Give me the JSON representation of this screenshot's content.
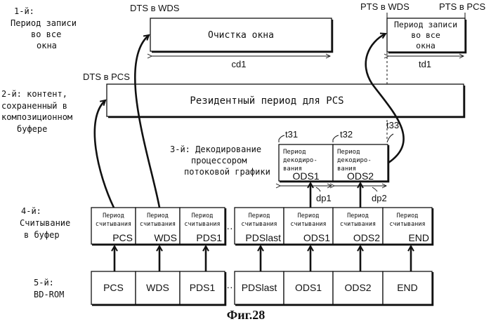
{
  "stages": {
    "s1": [
      "1-й:",
      "Период записи",
      "во все",
      "окна"
    ],
    "s2": [
      "2-й: контент,",
      "сохраненный в",
      "композиционном",
      "буфере"
    ],
    "s3": [
      "3-й: Декодирование",
      "процессором",
      "потоковой графики"
    ],
    "s4": [
      "4-й:",
      "Считывание",
      "в буфер"
    ],
    "s5": [
      "5-й:",
      "BD-ROM"
    ]
  },
  "timestamps": {
    "dts_wds": "DTS в WDS",
    "dts_pcs": "DTS в PCS",
    "pts_wds": "PTS в WDS",
    "pts_pcs": "PTS в PCS",
    "t31": "t31",
    "t32": "t32",
    "t33": "t33"
  },
  "boxes": {
    "clear": "Очистка окна",
    "write": [
      "Период записи",
      "во все",
      "окна"
    ],
    "resident": "Резидентный период для PCS",
    "decode_line1": "Период",
    "decode_line2": "декодиро-",
    "decode_line3": "вания",
    "decode": [
      "ODS1",
      "ODS2"
    ]
  },
  "durations": {
    "cd1": "cd1",
    "td1": "td1",
    "dp1": "dp1",
    "dp2": "dp2"
  },
  "read": {
    "line1": "Период",
    "line2": "считывания",
    "items": [
      "PCS",
      "WDS",
      "PDS1",
      "PDSlast",
      "ODS1",
      "ODS2",
      "END"
    ]
  },
  "bdrom": [
    "PCS",
    "WDS",
    "PDS1",
    "PDSlast",
    "ODS1",
    "ODS2",
    "END"
  ],
  "caption": "Фиг.28"
}
